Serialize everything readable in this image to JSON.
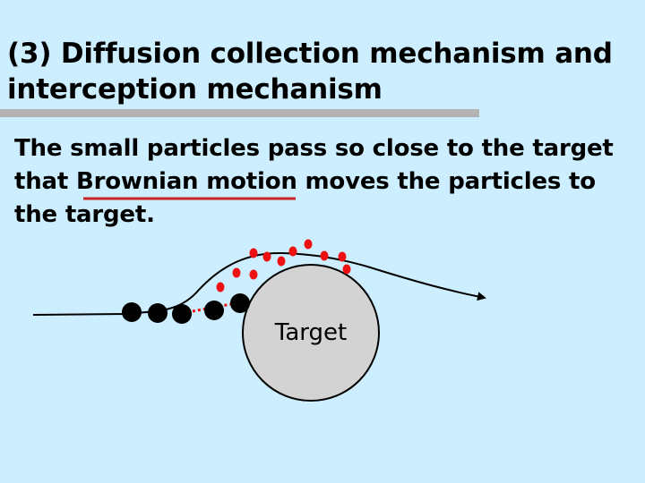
{
  "slide": {
    "title_line1": "(3) Diffusion collection mechanism and",
    "title_line2": "interception mechanism",
    "body_line1": "The small particles pass so close to the target",
    "body_line2": "that Brownian motion moves the particles to",
    "body_line3": "the target."
  },
  "diagram": {
    "target_label": "Target"
  },
  "colors": {
    "background": "#cdeefe",
    "title_rule": "#b3b3b3",
    "underline": "#cc2222",
    "small_particles": "#ee1111",
    "large_particles": "#000000",
    "target_fill": "#d3d3d3"
  }
}
